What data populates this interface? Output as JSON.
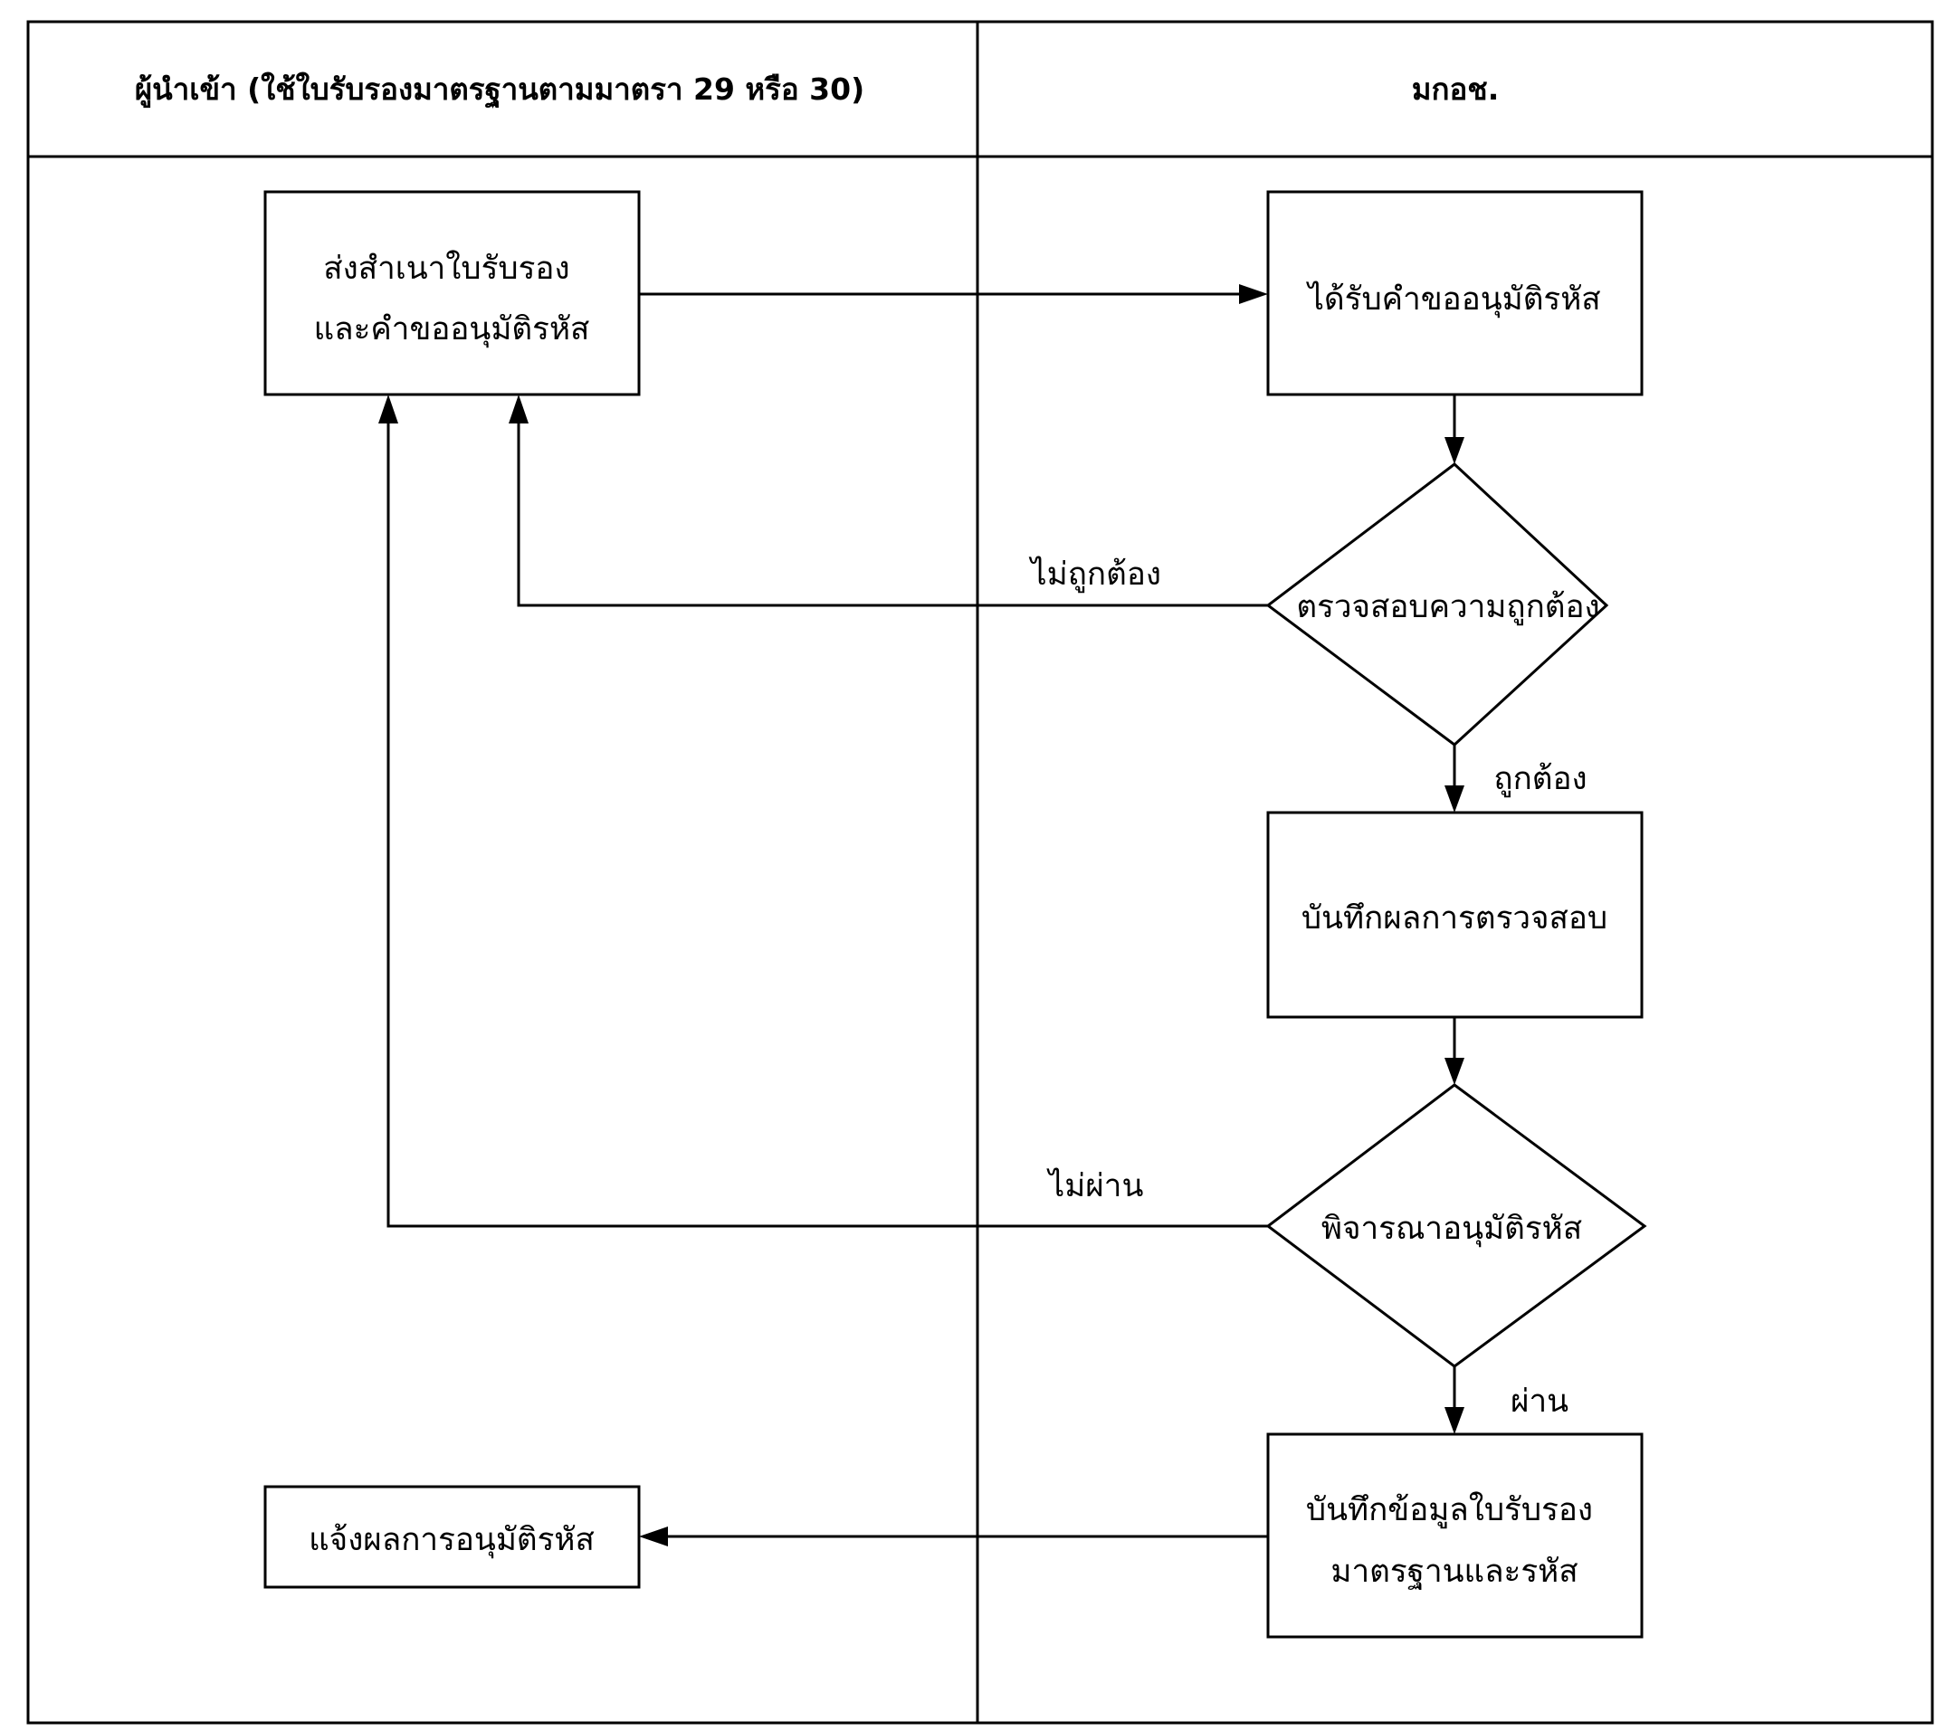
{
  "lanes": {
    "importer": "ผู้นำเข้า (ใช้ใบรับรองมาตรฐานตามมาตรา 29 หรือ 30)",
    "agency": "มกอช."
  },
  "nodes": {
    "submit": [
      "ส่งสำเนาใบรับรอง",
      "และคำขออนุมัติรหัส"
    ],
    "receive": [
      "ได้รับคำขออนุมัติรหัส"
    ],
    "check": [
      "ตรวจสอบความถูกต้อง"
    ],
    "record_check": [
      "บันทึกผลการตรวจสอบ"
    ],
    "consider": [
      "พิจารณาอนุมัติรหัส"
    ],
    "record_cert": [
      "บันทึกข้อมูลใบรับรอง",
      "มาตรฐานและรหัส"
    ],
    "notify": [
      "แจ้งผลการอนุมัติรหัส"
    ]
  },
  "edge_labels": {
    "incorrect": "ไม่ถูกต้อง",
    "correct": "ถูกต้อง",
    "fail": "ไม่ผ่าน",
    "pass": "ผ่าน"
  }
}
